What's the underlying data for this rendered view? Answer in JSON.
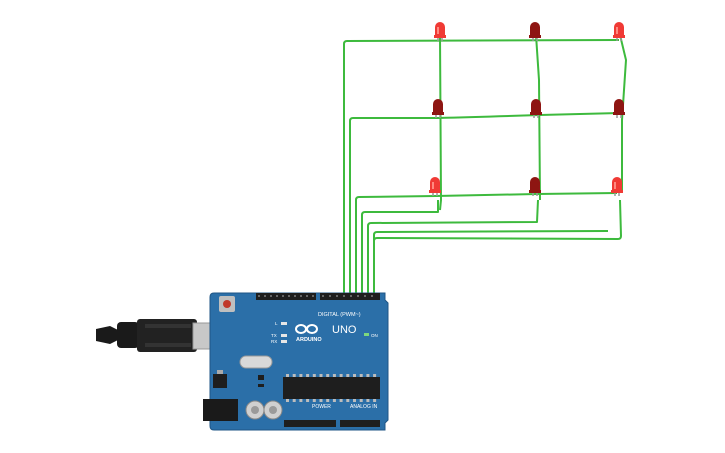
{
  "board": {
    "model": "UNO",
    "brand": "ARDUINO",
    "digital_header_label": "DIGITAL (PWM~)",
    "power_label": "POWER",
    "analog_label": "ANALOG IN",
    "on_label": "ON",
    "l_label": "L",
    "tx_label": "TX",
    "rx_label": "RX",
    "colors": {
      "board": "#2b6fa8",
      "header": "#1e1e1e",
      "wire": "#3dba3d"
    }
  },
  "components": {
    "leds": [
      {
        "row": 1,
        "col": 1,
        "state": "on",
        "color": "#f03a35"
      },
      {
        "row": 1,
        "col": 2,
        "state": "off",
        "color": "#8e1512"
      },
      {
        "row": 1,
        "col": 3,
        "state": "on",
        "color": "#f03a35"
      },
      {
        "row": 2,
        "col": 1,
        "state": "off",
        "color": "#8e1512"
      },
      {
        "row": 2,
        "col": 2,
        "state": "off",
        "color": "#8e1512"
      },
      {
        "row": 2,
        "col": 3,
        "state": "off",
        "color": "#8e1512"
      },
      {
        "row": 3,
        "col": 1,
        "state": "on",
        "color": "#f03a35"
      },
      {
        "row": 3,
        "col": 2,
        "state": "off",
        "color": "#8e1512"
      },
      {
        "row": 3,
        "col": 3,
        "state": "on",
        "color": "#f03a35"
      }
    ],
    "usb_cable": {
      "icon": "usb-cable-icon",
      "color": "#1a1a1a"
    }
  }
}
